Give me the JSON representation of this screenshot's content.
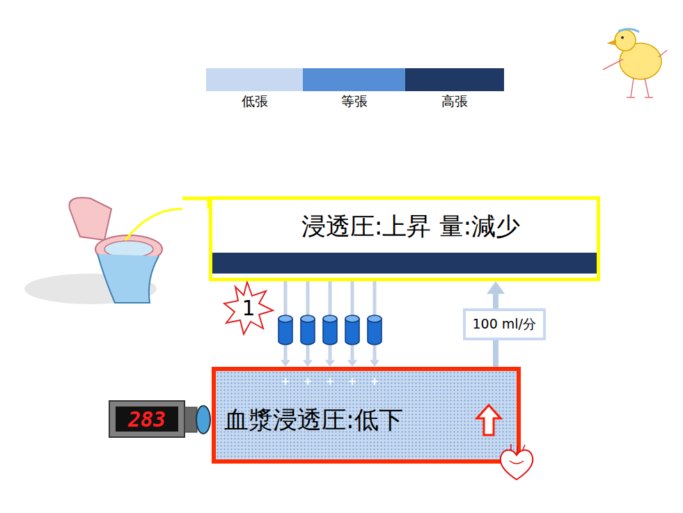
{
  "diagram": {
    "nodes": [
      {
        "text": [
          "浸透圧:上昇 量:減少"
        ]
      },
      {
        "text": [
          "血漿浸透圧:低下"
        ]
      }
    ],
    "edges": [
      {
        "from": 0,
        "to": 1,
        "arrow": "to"
      },
      {
        "from": 0,
        "to": 1,
        "arrow": "to"
      },
      {
        "from": 0,
        "to": 1,
        "arrow": "to"
      },
      {
        "from": 0,
        "to": 1,
        "arrow": "to"
      },
      {
        "from": 0,
        "to": 1,
        "arrow": "to"
      },
      {
        "from": 1,
        "to": 0,
        "label": "100 ml/分",
        "arrow": "to"
      }
    ],
    "labels": [
      "1",
      "+",
      "+",
      "+",
      "+",
      "+",
      "283"
    ],
    "legend": [
      {
        "text": "低張",
        "color": "#c6d9f1"
      },
      {
        "text": "等張",
        "color": "#558ed5"
      },
      {
        "text": "高張",
        "color": "#1f3864"
      }
    ]
  }
}
